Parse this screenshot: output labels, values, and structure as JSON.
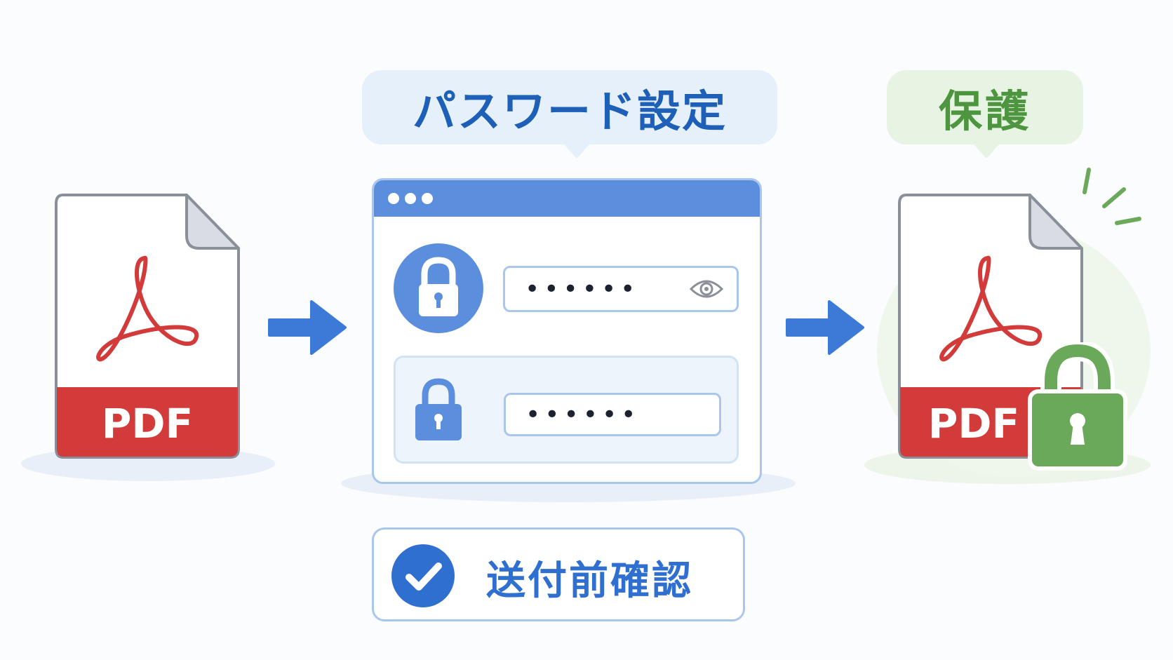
{
  "labels": {
    "password_setting": "パスワード設定",
    "protected": "保護",
    "pre_send_check": "送付前確認"
  },
  "documents": {
    "source_label": "PDF",
    "protected_label": "PDF"
  },
  "form": {
    "password_mask": "••••••",
    "confirm_mask": "••••••"
  },
  "icons": {
    "source_pdf": "pdf-document-icon",
    "arrow": "arrow-right-icon",
    "lock": "padlock-icon",
    "eye": "eye-icon",
    "check": "check-circle-icon",
    "protected_pdf": "locked-pdf-icon"
  },
  "colors": {
    "primary_blue": "#2f6fcf",
    "window_bar": "#5b8fde",
    "pdf_red": "#d33a3a",
    "protect_green": "#6aa95a",
    "bubble_blue": "#e6f0fb",
    "bubble_green": "#e8f4e3"
  }
}
